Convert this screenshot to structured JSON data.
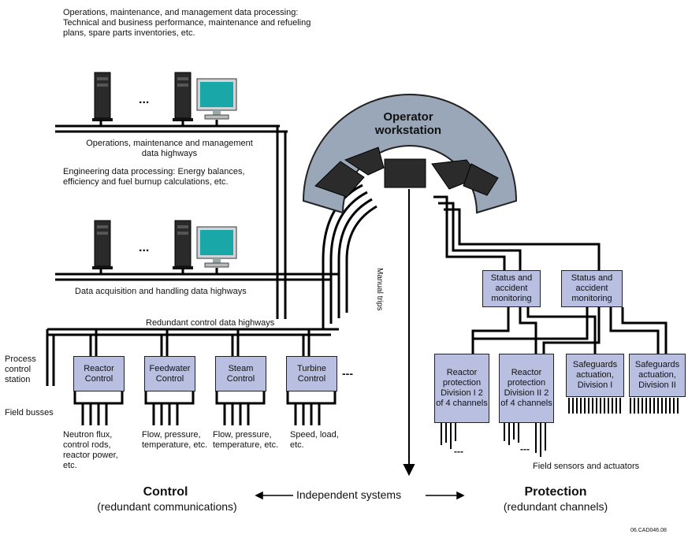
{
  "top_text": "Operations, maintenance, and management data processing: Technical and business performance, maintenance and refueling plans, spare parts inventories, etc.",
  "ellipsis": "...",
  "omh_highway": "Operations, maintenance and management data highways",
  "eng_text": "Engineering data processing: Energy balances, efficiency and fuel burnup calculations, etc.",
  "daq_highway": "Data acquisition and handling data highways",
  "redundant_highway": "Redundant control data highways",
  "operator_workstation": "Operator workstation",
  "manual_trips": "Manual trips",
  "process_control_station": "Process control station",
  "field_busses": "Field busses",
  "control_boxes": [
    "Reactor Control",
    "Feedwater Control",
    "Steam Control",
    "Turbine Control"
  ],
  "control_ellipsis": "---",
  "field_desc": [
    "Neutron flux, control rods, reactor power, etc.",
    "Flow, pressure, temperature, etc.",
    "Flow, pressure, temperature, etc.",
    "Speed, load, etc."
  ],
  "status_boxes": [
    "Status and accident monitoring",
    "Status and accident monitoring"
  ],
  "protection_boxes": [
    "Reactor protection Division I 2 of 4 channels",
    "Reactor protection Division II 2 of 4 channels",
    "Safeguards actuation, Division I",
    "Safeguards actuation, Division II"
  ],
  "field_sensors": "Field sensors and actuators",
  "control_title": "Control",
  "control_sub": "(redundant communications)",
  "independent": "Independent systems",
  "protection_title": "Protection",
  "protection_sub": "(redundant channels)",
  "ref_code": "06.CAD046.08",
  "colors": {
    "box_fill": "#b8bfe0",
    "screen": "#1aa7a8",
    "console": "#9aa7b8"
  }
}
